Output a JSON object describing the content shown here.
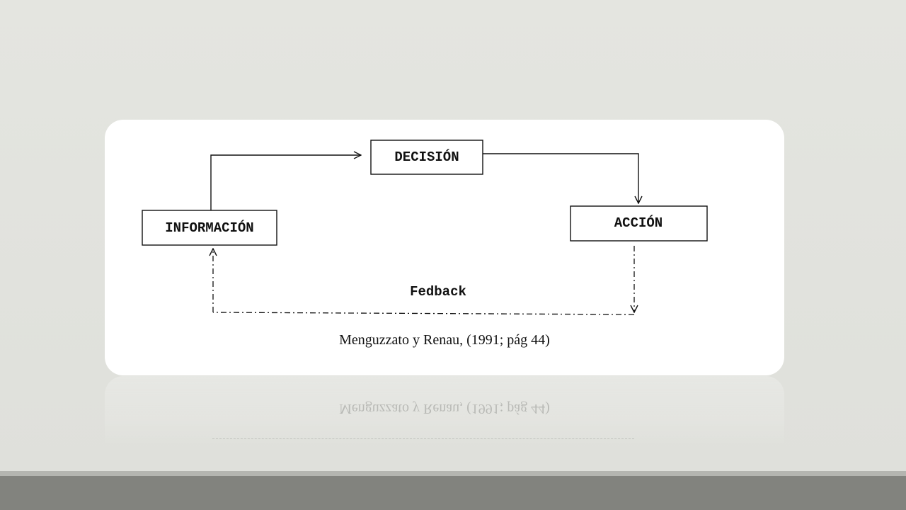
{
  "diagram": {
    "nodes": [
      {
        "id": "informacion",
        "label": "INFORMACIÓN"
      },
      {
        "id": "decision",
        "label": "DECISIÓN"
      },
      {
        "id": "accion",
        "label": "ACCIÓN"
      }
    ],
    "edges": [
      {
        "from": "informacion",
        "to": "decision",
        "style": "solid"
      },
      {
        "from": "decision",
        "to": "accion",
        "style": "solid"
      },
      {
        "from": "accion",
        "to": "informacion",
        "style": "dash-dot",
        "label": "Fedback"
      }
    ],
    "feedback_label": "Fedback",
    "citation": "Menguzzato y Renau, (1991; pág 44)"
  },
  "colors": {
    "background": "#e2e3de",
    "card": "#ffffff",
    "bottom_band": "#82837e",
    "ink": "#111111"
  }
}
